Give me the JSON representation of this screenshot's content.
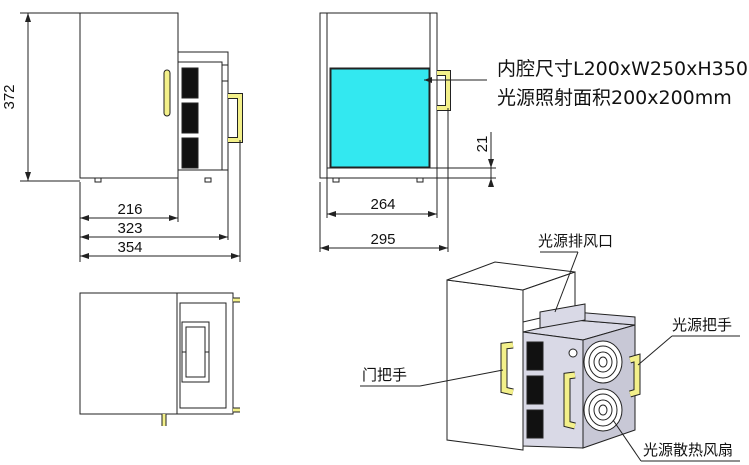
{
  "dimensions": {
    "height_total": "372",
    "depth_body": "216",
    "depth_with_source": "323",
    "depth_total": "354",
    "width_inner": "264",
    "width_total": "295",
    "window_offset": "21"
  },
  "specs": {
    "chamber_size": "内腔尺寸L200xW250xH350mm",
    "irradiation_area": "光源照射面积200x200mm"
  },
  "callouts": {
    "exhaust": "光源排风口",
    "source_handle": "光源把手",
    "door_handle": "门把手",
    "cooling_fan": "光源散热风扇"
  },
  "colors": {
    "line": "#222222",
    "window_fill": "#33e8f0",
    "handle_fill": "#f3f08a",
    "module_fill": "#d9d9e6",
    "module_dark": "#111111"
  }
}
